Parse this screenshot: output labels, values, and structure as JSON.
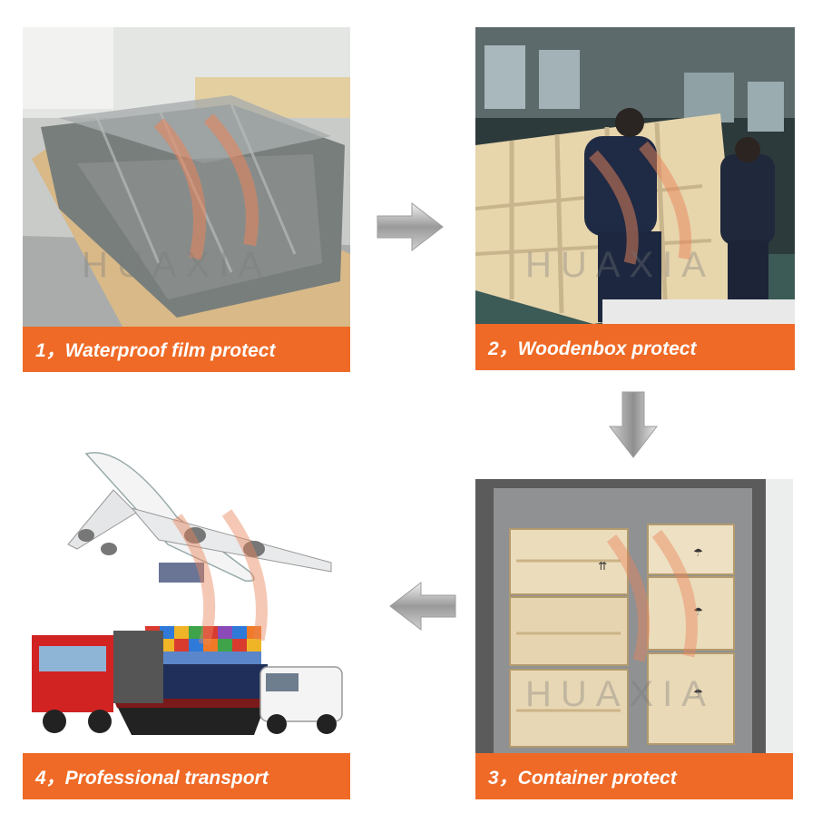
{
  "colors": {
    "caption_bg": "#ef6a26",
    "caption_text": "#ffffff",
    "arrow": "#b9b9b9"
  },
  "watermark": "HUAXIA",
  "steps": [
    {
      "label": "1，Waterproof film protect",
      "image": "waterproof-film-photo"
    },
    {
      "label": "2，Woodenbox protect",
      "image": "woodenbox-photo"
    },
    {
      "label": "3，Container protect",
      "image": "container-photo"
    },
    {
      "label": "4，Professional transport",
      "image": "transport-photo"
    }
  ],
  "arrows": [
    {
      "direction": "right",
      "icon": "arrow-right-icon"
    },
    {
      "direction": "down",
      "icon": "arrow-down-icon"
    },
    {
      "direction": "left",
      "icon": "arrow-left-icon"
    }
  ],
  "container_box_icons": "fragile-umbrella-icon"
}
